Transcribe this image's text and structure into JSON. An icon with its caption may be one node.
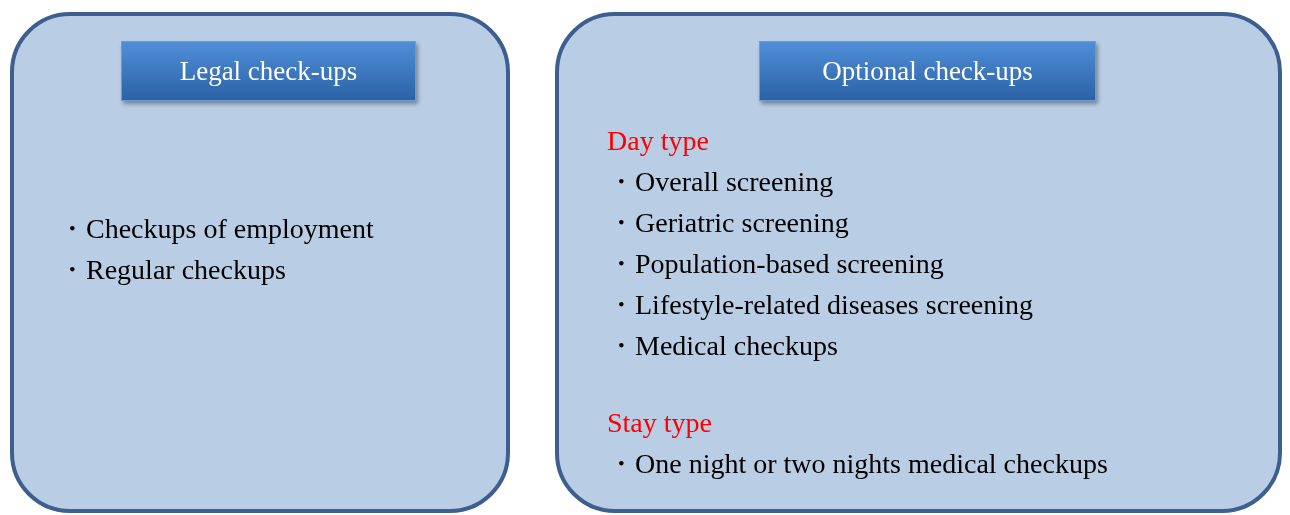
{
  "diagram": {
    "nodes": [
      {
        "text": [
          "・Checkups of employment",
          "・Regular checkups"
        ]
      },
      {
        "text": [
          "Legal check-ups"
        ],
        "in": 0
      },
      {
        "text": [
          "Day type",
          "・Overall screening",
          "・Geriatric screening",
          "・Population-based screening",
          "・Lifestyle-related diseases screening",
          "・Medical checkups",
          "Stay type",
          "・One night or two nights medical checkups"
        ]
      },
      {
        "text": [
          "Optional check-ups"
        ],
        "in": 2
      }
    ]
  }
}
